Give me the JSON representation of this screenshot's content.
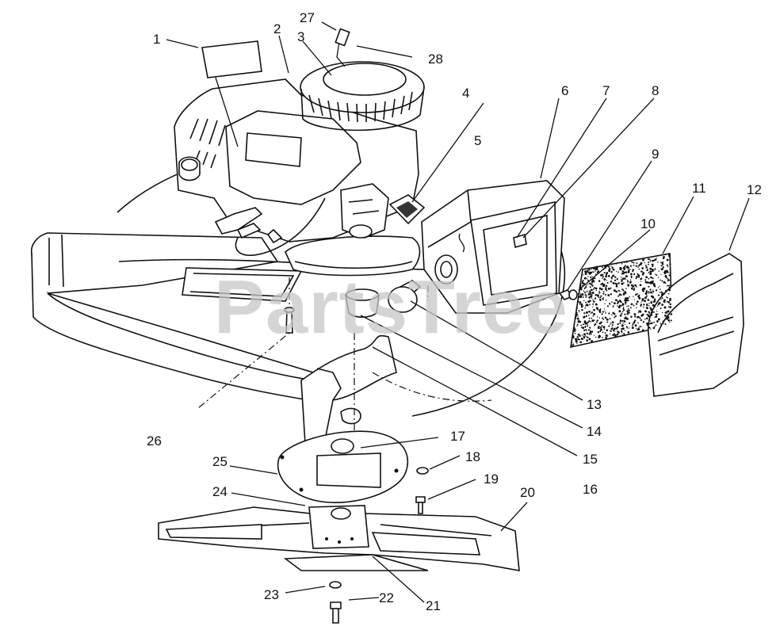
{
  "diagram": {
    "watermark": "PartsTree",
    "callouts": [
      "1",
      "2",
      "3",
      "4",
      "5",
      "6",
      "7",
      "8",
      "9",
      "10",
      "11",
      "12",
      "13",
      "14",
      "15",
      "16",
      "17",
      "18",
      "19",
      "20",
      "21",
      "22",
      "23",
      "24",
      "25",
      "26",
      "27",
      "28"
    ]
  }
}
